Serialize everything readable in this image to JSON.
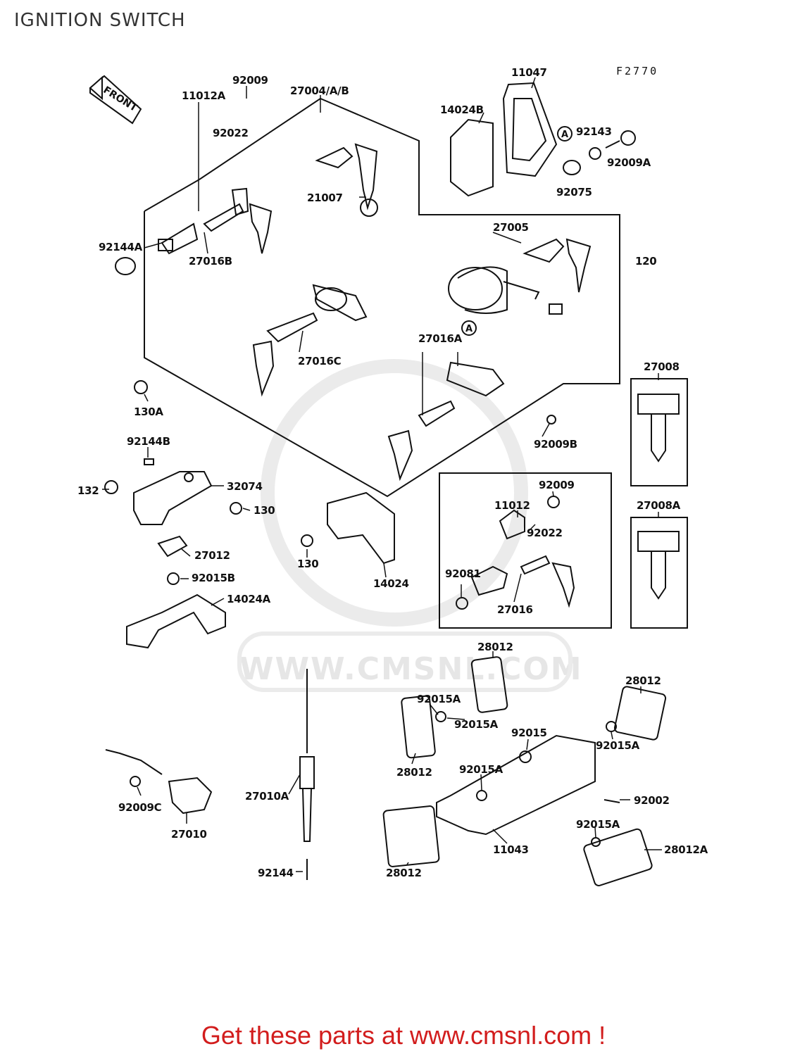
{
  "title": "IGNITION SWITCH",
  "figure_code": "F2770",
  "watermark": "WWW.CMSNL.COM",
  "footer": {
    "text": "Get these parts at www.cmsnl.com !"
  },
  "part_labels": {
    "p92009_top": "92009",
    "p11012A": "11012A",
    "p92022_top": "92022",
    "p27004": "27004/A/B",
    "p11047": "11047",
    "p14024B": "14024B",
    "p92143": "92143",
    "p92009A": "92009A",
    "p92075": "92075",
    "p21007": "21007",
    "p92144A": "92144A",
    "p27016B": "27016B",
    "p27005": "27005",
    "p120": "120",
    "p27016C": "27016C",
    "p27016A": "27016A",
    "p130A": "130A",
    "p92009B": "92009B",
    "p27008": "27008",
    "p92144B": "92144B",
    "p32074": "32074",
    "p132": "132",
    "p130_right": "130",
    "p27012": "27012",
    "p92015B": "92015B",
    "p14024A": "14024A",
    "p130_mid": "130",
    "p14024": "14024",
    "p92009_inset": "92009",
    "p11012": "11012",
    "p92022_inset": "92022",
    "p92081": "92081",
    "p27016": "27016",
    "p27008A": "27008A",
    "p28012_a": "28012",
    "p28012_b": "28012",
    "p92015A_a": "92015A",
    "p92015A_b": "92015A",
    "p92015": "92015",
    "p92015A_c": "92015A",
    "p28012_c": "28012",
    "p92015A_d": "92015A",
    "p92002": "92002",
    "p27010A": "27010A",
    "p92009C": "92009C",
    "p27010": "27010",
    "p92144": "92144",
    "p92015A_e": "92015A",
    "p11043": "11043",
    "p28012A": "28012A",
    "p28012_d": "28012"
  },
  "callout_marker": "A",
  "front_arrow_label": "FRONT"
}
